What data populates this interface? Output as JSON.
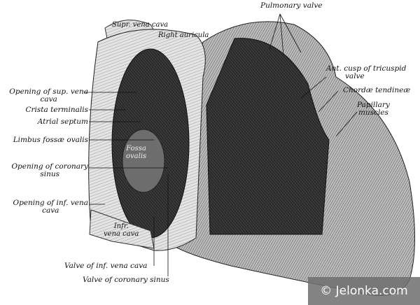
{
  "figure": {
    "labels": {
      "pulmonary_valve": "Pulmonary valve",
      "supr_vena_cava": "Supr. vena cava",
      "right_auricula": "Right auricula",
      "opening_sup_vena_cava": [
        "Opening of sup. vena",
        "cava"
      ],
      "crista_terminalis": "Crista terminalis",
      "atrial_septum": "Atrial septum",
      "limbus_fossae_ovalis": "Limbus fossæ ovalis",
      "fossa_ovalis": [
        "Fossa",
        "ovalis"
      ],
      "opening_coronary_sinus": [
        "Opening of coronary",
        "sinus"
      ],
      "opening_inf_vena_cava": [
        "Opening of inf. vena",
        "cava"
      ],
      "infr_vena_cava": [
        "Infr.",
        "vena cava"
      ],
      "valve_inf_vena_cava": "Valve of inf. vena cava",
      "valve_coronary_sinus": "Valve of coronary sinus",
      "ant_cusp_tricuspid": [
        "Ant. cusp of tricuspid",
        "valve"
      ],
      "chordae_tendineae": "Chordæ tendineæ",
      "papillary_muscles": [
        "Papillary",
        "muscles"
      ]
    },
    "watermark": "© Jelonka.com"
  }
}
